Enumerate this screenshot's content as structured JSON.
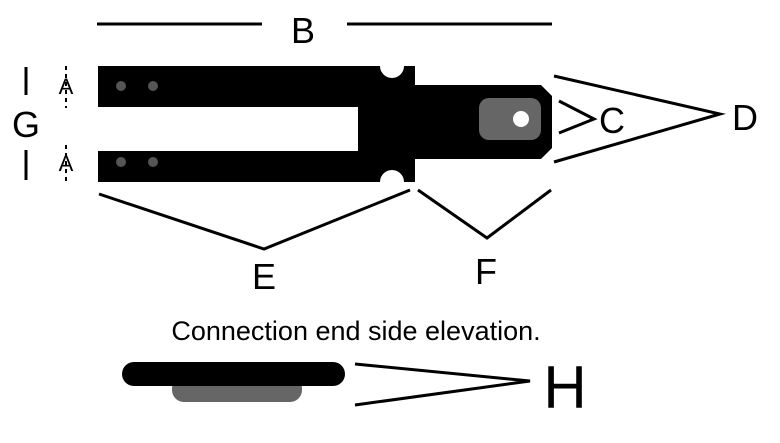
{
  "labels": {
    "a_top": "A",
    "a_bottom": "A",
    "b": "B",
    "c": "C",
    "d": "D",
    "e": "E",
    "f": "F",
    "g": "G",
    "h": "H"
  },
  "caption": "Connection end side elevation.",
  "colors": {
    "body": "#000000",
    "dot": "#555555",
    "window": "#666666",
    "window_dot": "#ffffff",
    "side_bar": "#000000",
    "side_bar_under": "#666666",
    "background": "#ffffff"
  }
}
